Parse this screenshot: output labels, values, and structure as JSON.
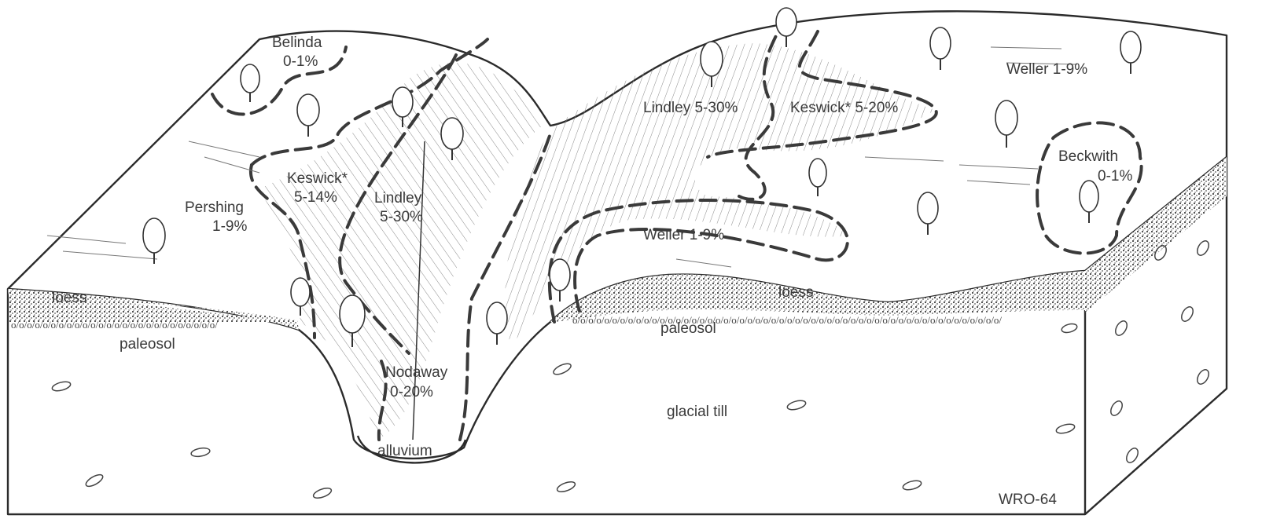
{
  "labels": {
    "belinda": "Belinda",
    "belinda_slope": "0-1%",
    "keswick_left": "Keswick*",
    "keswick_left_slope": "5-14%",
    "pershing": "Pershing",
    "pershing_slope": "1-9%",
    "lindley_left": "Lindley",
    "lindley_left_slope": "5-30%",
    "nodaway": "Nodaway",
    "nodaway_slope": "0-20%",
    "alluvium": "alluvium",
    "lindley_right": "Lindley 5-30%",
    "keswick_right": "Keswick* 5-20%",
    "weller_top": "Weller 1-9%",
    "weller_mid": "Weller 1-9%",
    "beckwith": "Beckwith",
    "beckwith_slope": "0-1%",
    "loess_left": "loess",
    "loess_right": "loess",
    "paleosol_left": "paleosol",
    "paleosol_right": "paleosol",
    "glacial_till": "glacial till",
    "figure_id": "WRO-64"
  }
}
